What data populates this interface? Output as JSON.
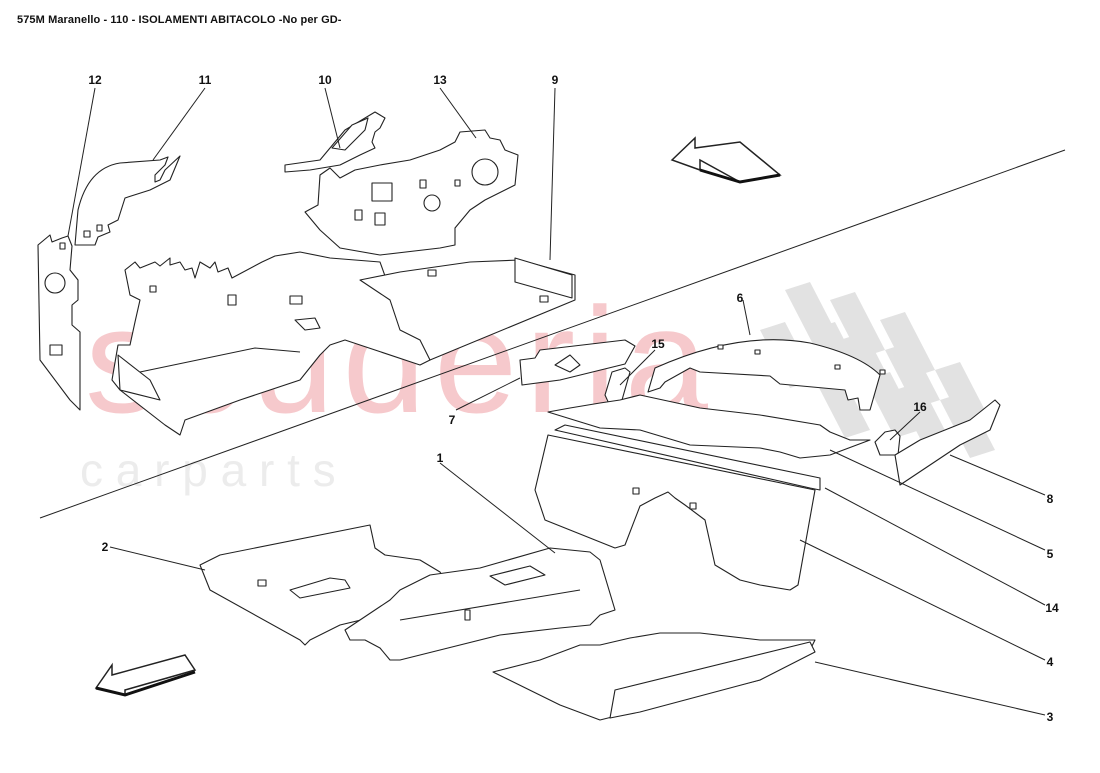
{
  "header": {
    "title": "575M Maranello - 110 - ISOLAMENTI ABITACOLO -No per GD-"
  },
  "watermark": {
    "primary": "scuderia",
    "secondary": "c a r   p a r t s",
    "primary_color": "#f6c9cc",
    "secondary_color": "#ececec",
    "checker_color": "#e2e2e2"
  },
  "callouts": [
    {
      "id": "12",
      "label": "12"
    },
    {
      "id": "11",
      "label": "11"
    },
    {
      "id": "10",
      "label": "10"
    },
    {
      "id": "13",
      "label": "13"
    },
    {
      "id": "9",
      "label": "9"
    },
    {
      "id": "6",
      "label": "6"
    },
    {
      "id": "15",
      "label": "15"
    },
    {
      "id": "7",
      "label": "7"
    },
    {
      "id": "16",
      "label": "16"
    },
    {
      "id": "8",
      "label": "8"
    },
    {
      "id": "1",
      "label": "1"
    },
    {
      "id": "5",
      "label": "5"
    },
    {
      "id": "2",
      "label": "2"
    },
    {
      "id": "14",
      "label": "14"
    },
    {
      "id": "4",
      "label": "4"
    },
    {
      "id": "3",
      "label": "3"
    }
  ],
  "direction_arrows": [
    {
      "name": "upper-right-arrow",
      "direction": "up-left"
    },
    {
      "name": "lower-left-arrow",
      "direction": "down-left"
    }
  ]
}
